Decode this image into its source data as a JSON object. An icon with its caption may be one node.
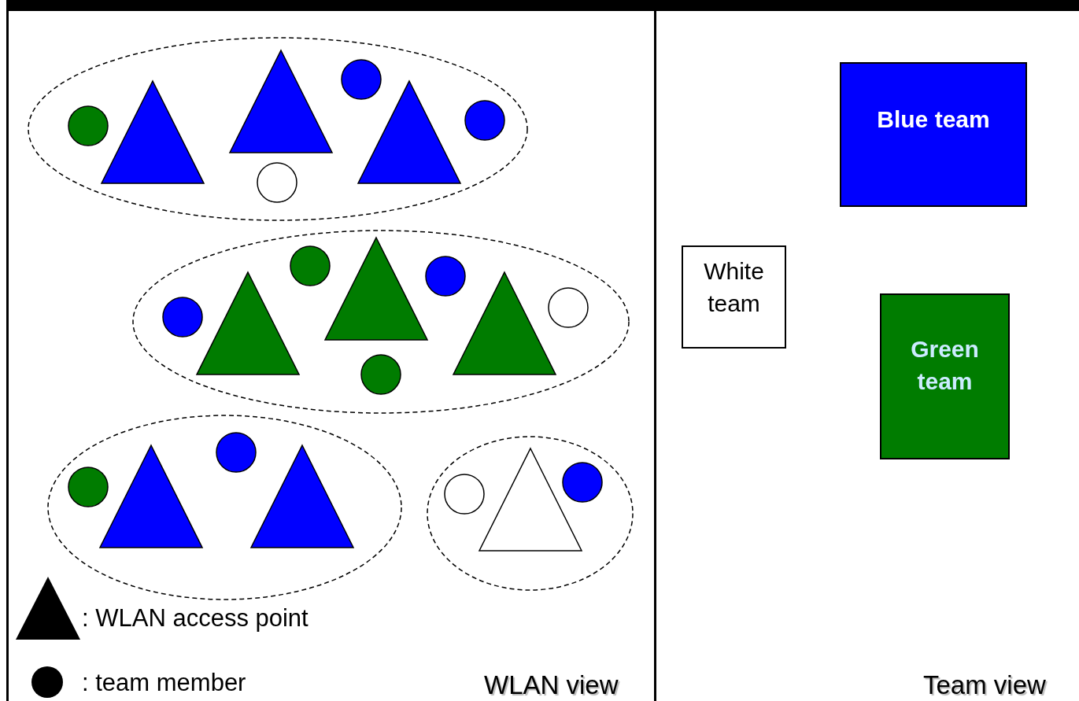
{
  "diagram": {
    "nodes": [
      {
        "text": [
          "WLAN view"
        ]
      },
      {
        "text": [],
        "shape": "ellipse",
        "in": 0
      },
      {
        "text": [],
        "shape": "circle",
        "in": 1
      },
      {
        "text": [],
        "shape": "triangle",
        "in": 1
      },
      {
        "text": [],
        "shape": "triangle",
        "in": 1
      },
      {
        "text": [],
        "shape": "circle",
        "in": 1
      },
      {
        "text": [],
        "shape": "triangle",
        "in": 1
      },
      {
        "text": [],
        "shape": "circle",
        "in": 1
      },
      {
        "text": [],
        "shape": "circle",
        "in": 1
      },
      {
        "text": [],
        "shape": "ellipse",
        "in": 0
      },
      {
        "text": [],
        "shape": "circle",
        "in": 9
      },
      {
        "text": [],
        "shape": "triangle",
        "in": 9
      },
      {
        "text": [],
        "shape": "circle",
        "in": 9
      },
      {
        "text": [],
        "shape": "triangle",
        "in": 9
      },
      {
        "text": [],
        "shape": "circle",
        "in": 9
      },
      {
        "text": [],
        "shape": "circle",
        "in": 9
      },
      {
        "text": [],
        "shape": "triangle",
        "in": 9
      },
      {
        "text": [],
        "shape": "circle",
        "in": 9
      },
      {
        "text": [],
        "shape": "ellipse",
        "in": 0
      },
      {
        "text": [],
        "shape": "circle",
        "in": 18
      },
      {
        "text": [],
        "shape": "triangle",
        "in": 18
      },
      {
        "text": [],
        "shape": "circle",
        "in": 18
      },
      {
        "text": [],
        "shape": "triangle",
        "in": 18
      },
      {
        "text": [],
        "shape": "ellipse",
        "in": 0
      },
      {
        "text": [],
        "shape": "circle",
        "in": 23
      },
      {
        "text": [],
        "shape": "triangle",
        "in": 23
      },
      {
        "text": [],
        "shape": "circle",
        "in": 23
      },
      {
        "text": [
          "Team view"
        ]
      },
      {
        "text": [
          "Blue team"
        ],
        "in": 27
      },
      {
        "text": [
          "White team"
        ],
        "in": 27
      },
      {
        "text": [
          "Green team"
        ],
        "in": 27
      }
    ],
    "edges": [],
    "legend": [
      {
        "text": ": WLAN access point"
      },
      {
        "text": ": team member"
      }
    ]
  }
}
